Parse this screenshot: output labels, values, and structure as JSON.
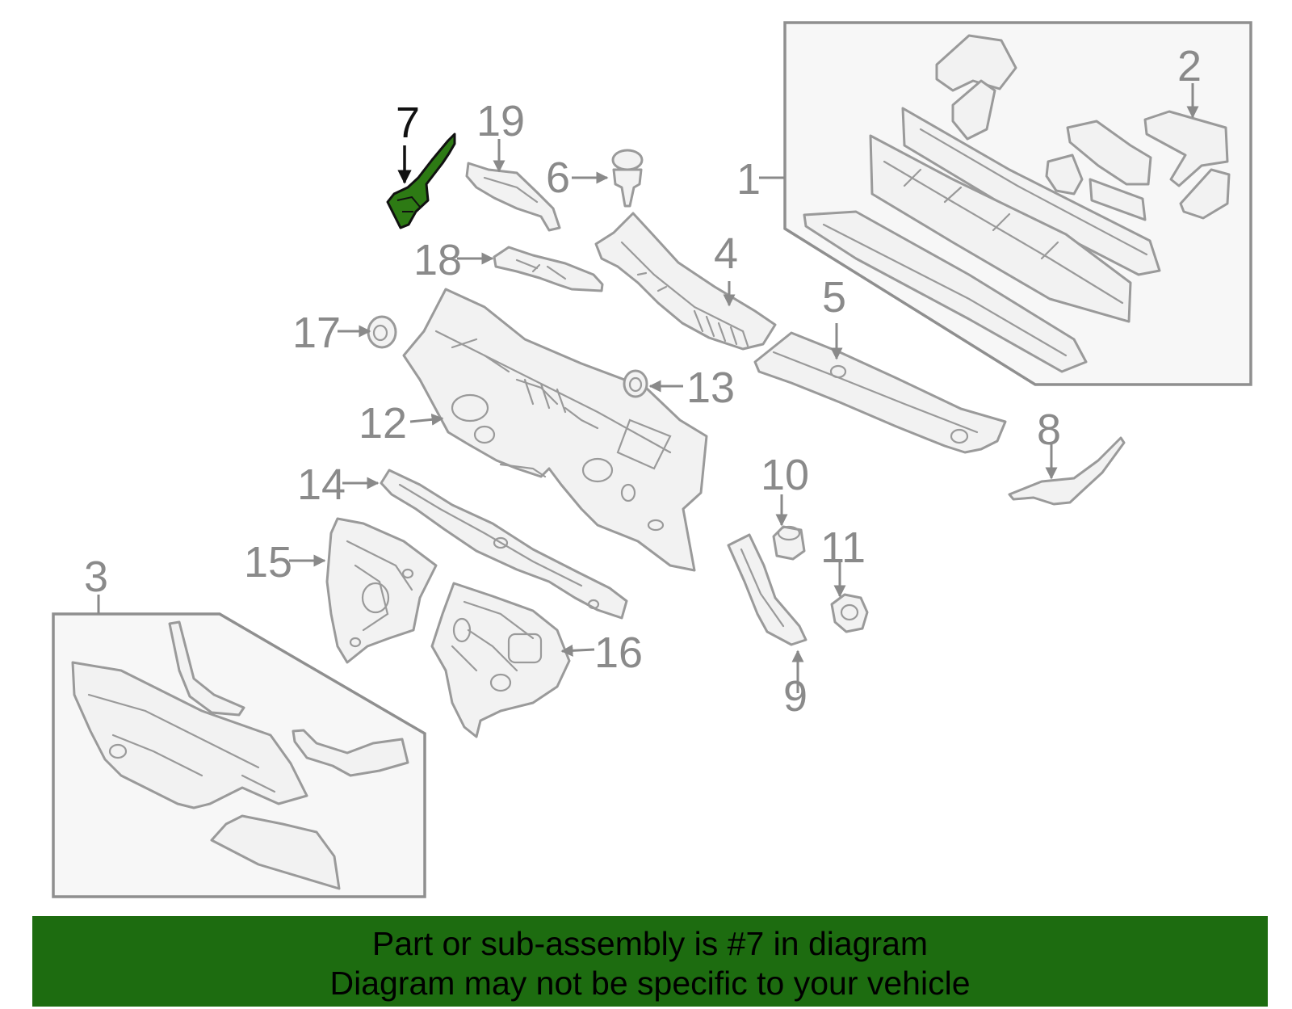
{
  "diagram": {
    "highlight_color": "#2d7a14",
    "highlighted_callout": "7",
    "callouts": {
      "c1": "1",
      "c2": "2",
      "c3": "3",
      "c4": "4",
      "c5": "5",
      "c6": "6",
      "c7": "7",
      "c8": "8",
      "c9": "9",
      "c10": "10",
      "c11": "11",
      "c12": "12",
      "c13": "13",
      "c14": "14",
      "c15": "15",
      "c16": "16",
      "c17": "17",
      "c18": "18",
      "c19": "19"
    }
  },
  "banner": {
    "color": "#1d6c10",
    "line1": "Part or sub-assembly is #7 in diagram",
    "line2": "Diagram may not be specific to your vehicle"
  }
}
